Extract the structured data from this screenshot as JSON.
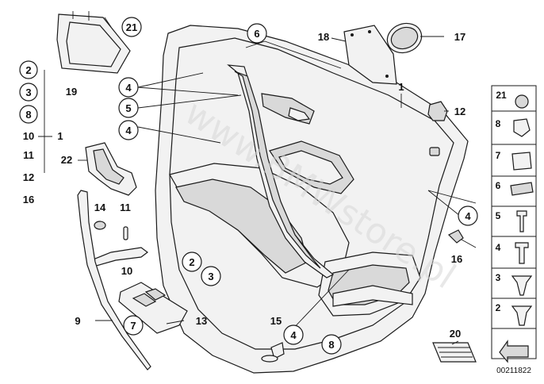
{
  "diagram": {
    "watermark": "www.BMWstore.pl",
    "drawing_code": "00211822",
    "left_list": {
      "circled": [
        "2",
        "3",
        "8"
      ],
      "plain": [
        "10",
        "11",
        "12",
        "16"
      ],
      "main_label": "19",
      "bracket_ref": "1"
    },
    "callouts": {
      "c21_top": "21",
      "c6": "6",
      "c18": "18",
      "c17": "17",
      "c1": "1",
      "c12": "12",
      "c4_a": "4",
      "c5": "5",
      "c4_b": "4",
      "c22": "22",
      "c14": "14",
      "c11": "11",
      "c10": "10",
      "c2": "2",
      "c3": "3",
      "c9": "9",
      "c7": "7",
      "c13": "13",
      "c15": "15",
      "c4_c": "4",
      "c8": "8",
      "c20": "20",
      "c4_d": "4",
      "c16": "16"
    },
    "legend": [
      "21",
      "8",
      "7",
      "6",
      "5",
      "4",
      "3",
      "2"
    ]
  }
}
